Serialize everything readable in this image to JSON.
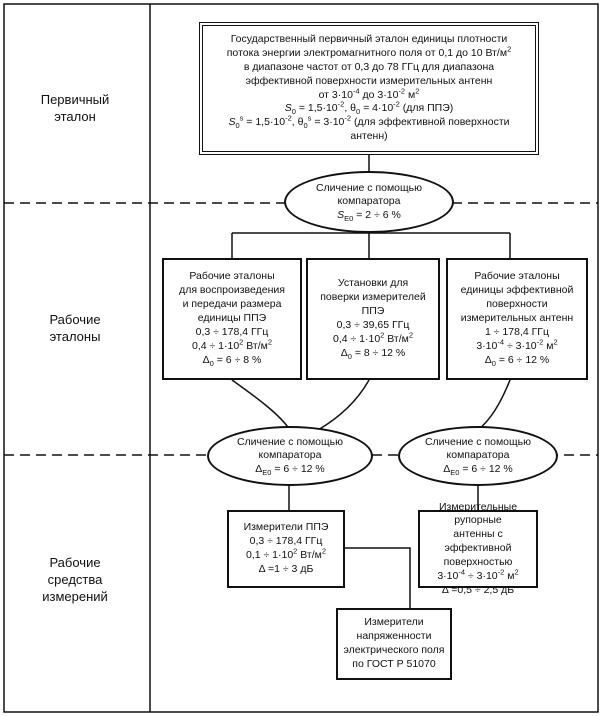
{
  "sections": [
    {
      "label": "Первичный эталон",
      "lines": [
        "Первичный",
        "эталон"
      ]
    },
    {
      "label": "Рабочие эталоны",
      "lines": [
        "Рабочие",
        "эталоны"
      ]
    },
    {
      "label": "Рабочие средства измерений",
      "lines": [
        "Рабочие",
        "средства",
        "измерений"
      ]
    }
  ],
  "primary": {
    "l1": "Государственный первичный эталон единицы плотности",
    "l2a": "потока энергии электромагнитного поля от 0,1 до 10 Вт/м",
    "l2sup": "2",
    "l3": "в диапазоне частот от 0,3 до 78 ГГц для диапазона",
    "l4": "эффективной поверхности измерительных антенн",
    "l5a": "от 3·10",
    "l5b": "-4",
    "l5c": " до 3·10",
    "l5d": "-2",
    "l5e": " м",
    "l5f": "2",
    "l6a": "S",
    "l6b": "0",
    "l6c": " = 1,5·10",
    "l6d": "-2",
    "l6e": ", θ",
    "l6f": "0",
    "l6g": " = 4·10",
    "l6h": "-2",
    "l6i": " (для ППЭ)",
    "l7a": "S",
    "l7b": "0",
    "l7s": "s",
    "l7c": " = 1,5·10",
    "l7d": "-2",
    "l7e": ", θ",
    "l7f": "0",
    "l7t": "s",
    "l7g": " = 3·10",
    "l7h": "-2",
    "l7i": " (для эффективной поверхности",
    "l8": "антенн)"
  },
  "comparator_top": {
    "l1": "Сличение с помощью",
    "l2": "компаратора",
    "l3a": "S",
    "l3b": "E0",
    "l3c": " = 2 ÷ 6 %"
  },
  "we_left": {
    "l1": "Рабочие эталоны",
    "l2": "для воспроизведения",
    "l3": "и передачи размера",
    "l4": "единицы ППЭ",
    "l5": "0,3 ÷ 178,4 ГГц",
    "l6a": "0,4 ÷ 1·10",
    "l6b": "2",
    "l6c": " Вт/м",
    "l6d": "2",
    "l7a": "Δ",
    "l7b": "0",
    "l7c": " = 6 ÷ 8 %"
  },
  "we_mid": {
    "l1": "Установки для",
    "l2": "поверки измерителей",
    "l3": "ППЭ",
    "l4": "0,3 ÷ 39,65 ГГц",
    "l5a": "0,4 ÷ 1·10",
    "l5b": "2",
    "l5c": " Вт/м",
    "l5d": "2",
    "l6a": "Δ",
    "l6b": "0",
    "l6c": " = 8 ÷ 12 %"
  },
  "we_right": {
    "l1": "Рабочие эталоны",
    "l2": "единицы эффективной",
    "l3": "поверхности",
    "l4": "измерительных антенн",
    "l5": "1 ÷ 178,4 ГГц",
    "l6a": "3·10",
    "l6b": "-4",
    "l6c": " ÷ 3·10",
    "l6d": "-2",
    "l6e": " м",
    "l6f": "2",
    "l7a": "Δ",
    "l7b": "0",
    "l7c": " = 6 ÷ 12 %"
  },
  "comparator_left": {
    "l1": "Сличение с помощью",
    "l2": "компаратора",
    "l3a": "Δ",
    "l3b": "E0",
    "l3c": " = 6 ÷ 12 %"
  },
  "comparator_right": {
    "l1": "Сличение с помощью",
    "l2": "компаратора",
    "l3a": "Δ",
    "l3b": "E0",
    "l3c": " = 6 ÷ 12 %"
  },
  "meas_left": {
    "l1": "Измерители ППЭ",
    "l2": "0,3 ÷ 178,4 ГГц",
    "l3a": "0,1 ÷ 1·10",
    "l3b": "2",
    "l3c": " Вт/м",
    "l3d": "2",
    "l4": "Δ =1 ÷ 3 дБ"
  },
  "meas_right": {
    "l1": "Измерительные рупорные",
    "l2": "антенны с эффективной",
    "l3": "поверхностью",
    "l4a": "3·10",
    "l4b": "-4",
    "l4c": " ÷ 3·10",
    "l4d": "-2",
    "l4e": " м",
    "l4f": "2",
    "l5": "Δ =0,5 ÷ 2,5 дБ"
  },
  "meas_bottom": {
    "l1": "Измерители",
    "l2": "напряженности",
    "l3": "электрического поля",
    "l4": "по ГОСТ Р 51070"
  }
}
